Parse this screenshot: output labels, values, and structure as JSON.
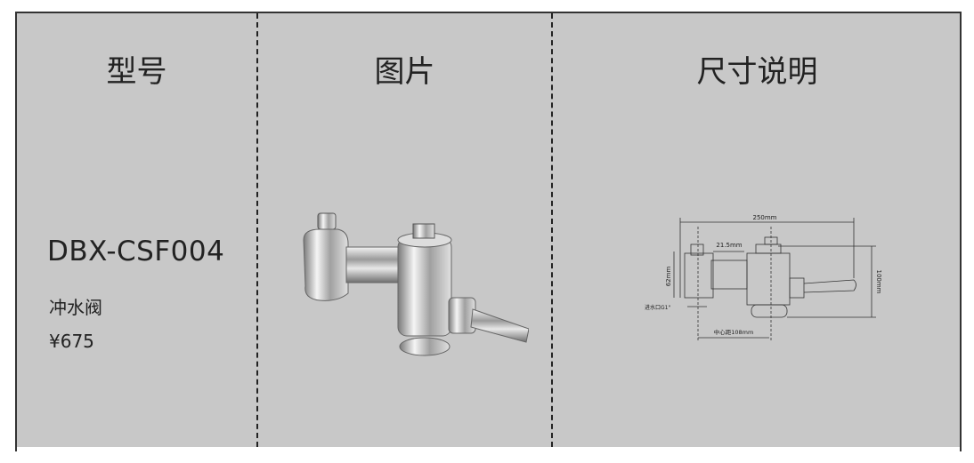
{
  "headers": {
    "model": "型号",
    "picture": "图片",
    "dimensions": "尺寸说明"
  },
  "product": {
    "model": "DBX-CSF004",
    "name": "冲水阀",
    "price": "¥675"
  },
  "diagram": {
    "total_length": "250mm",
    "segment": "21.5mm",
    "height_left": "62mm",
    "height_right": "100mm",
    "inlet": "进水口G1\"",
    "center_distance": "中心距108mm"
  }
}
